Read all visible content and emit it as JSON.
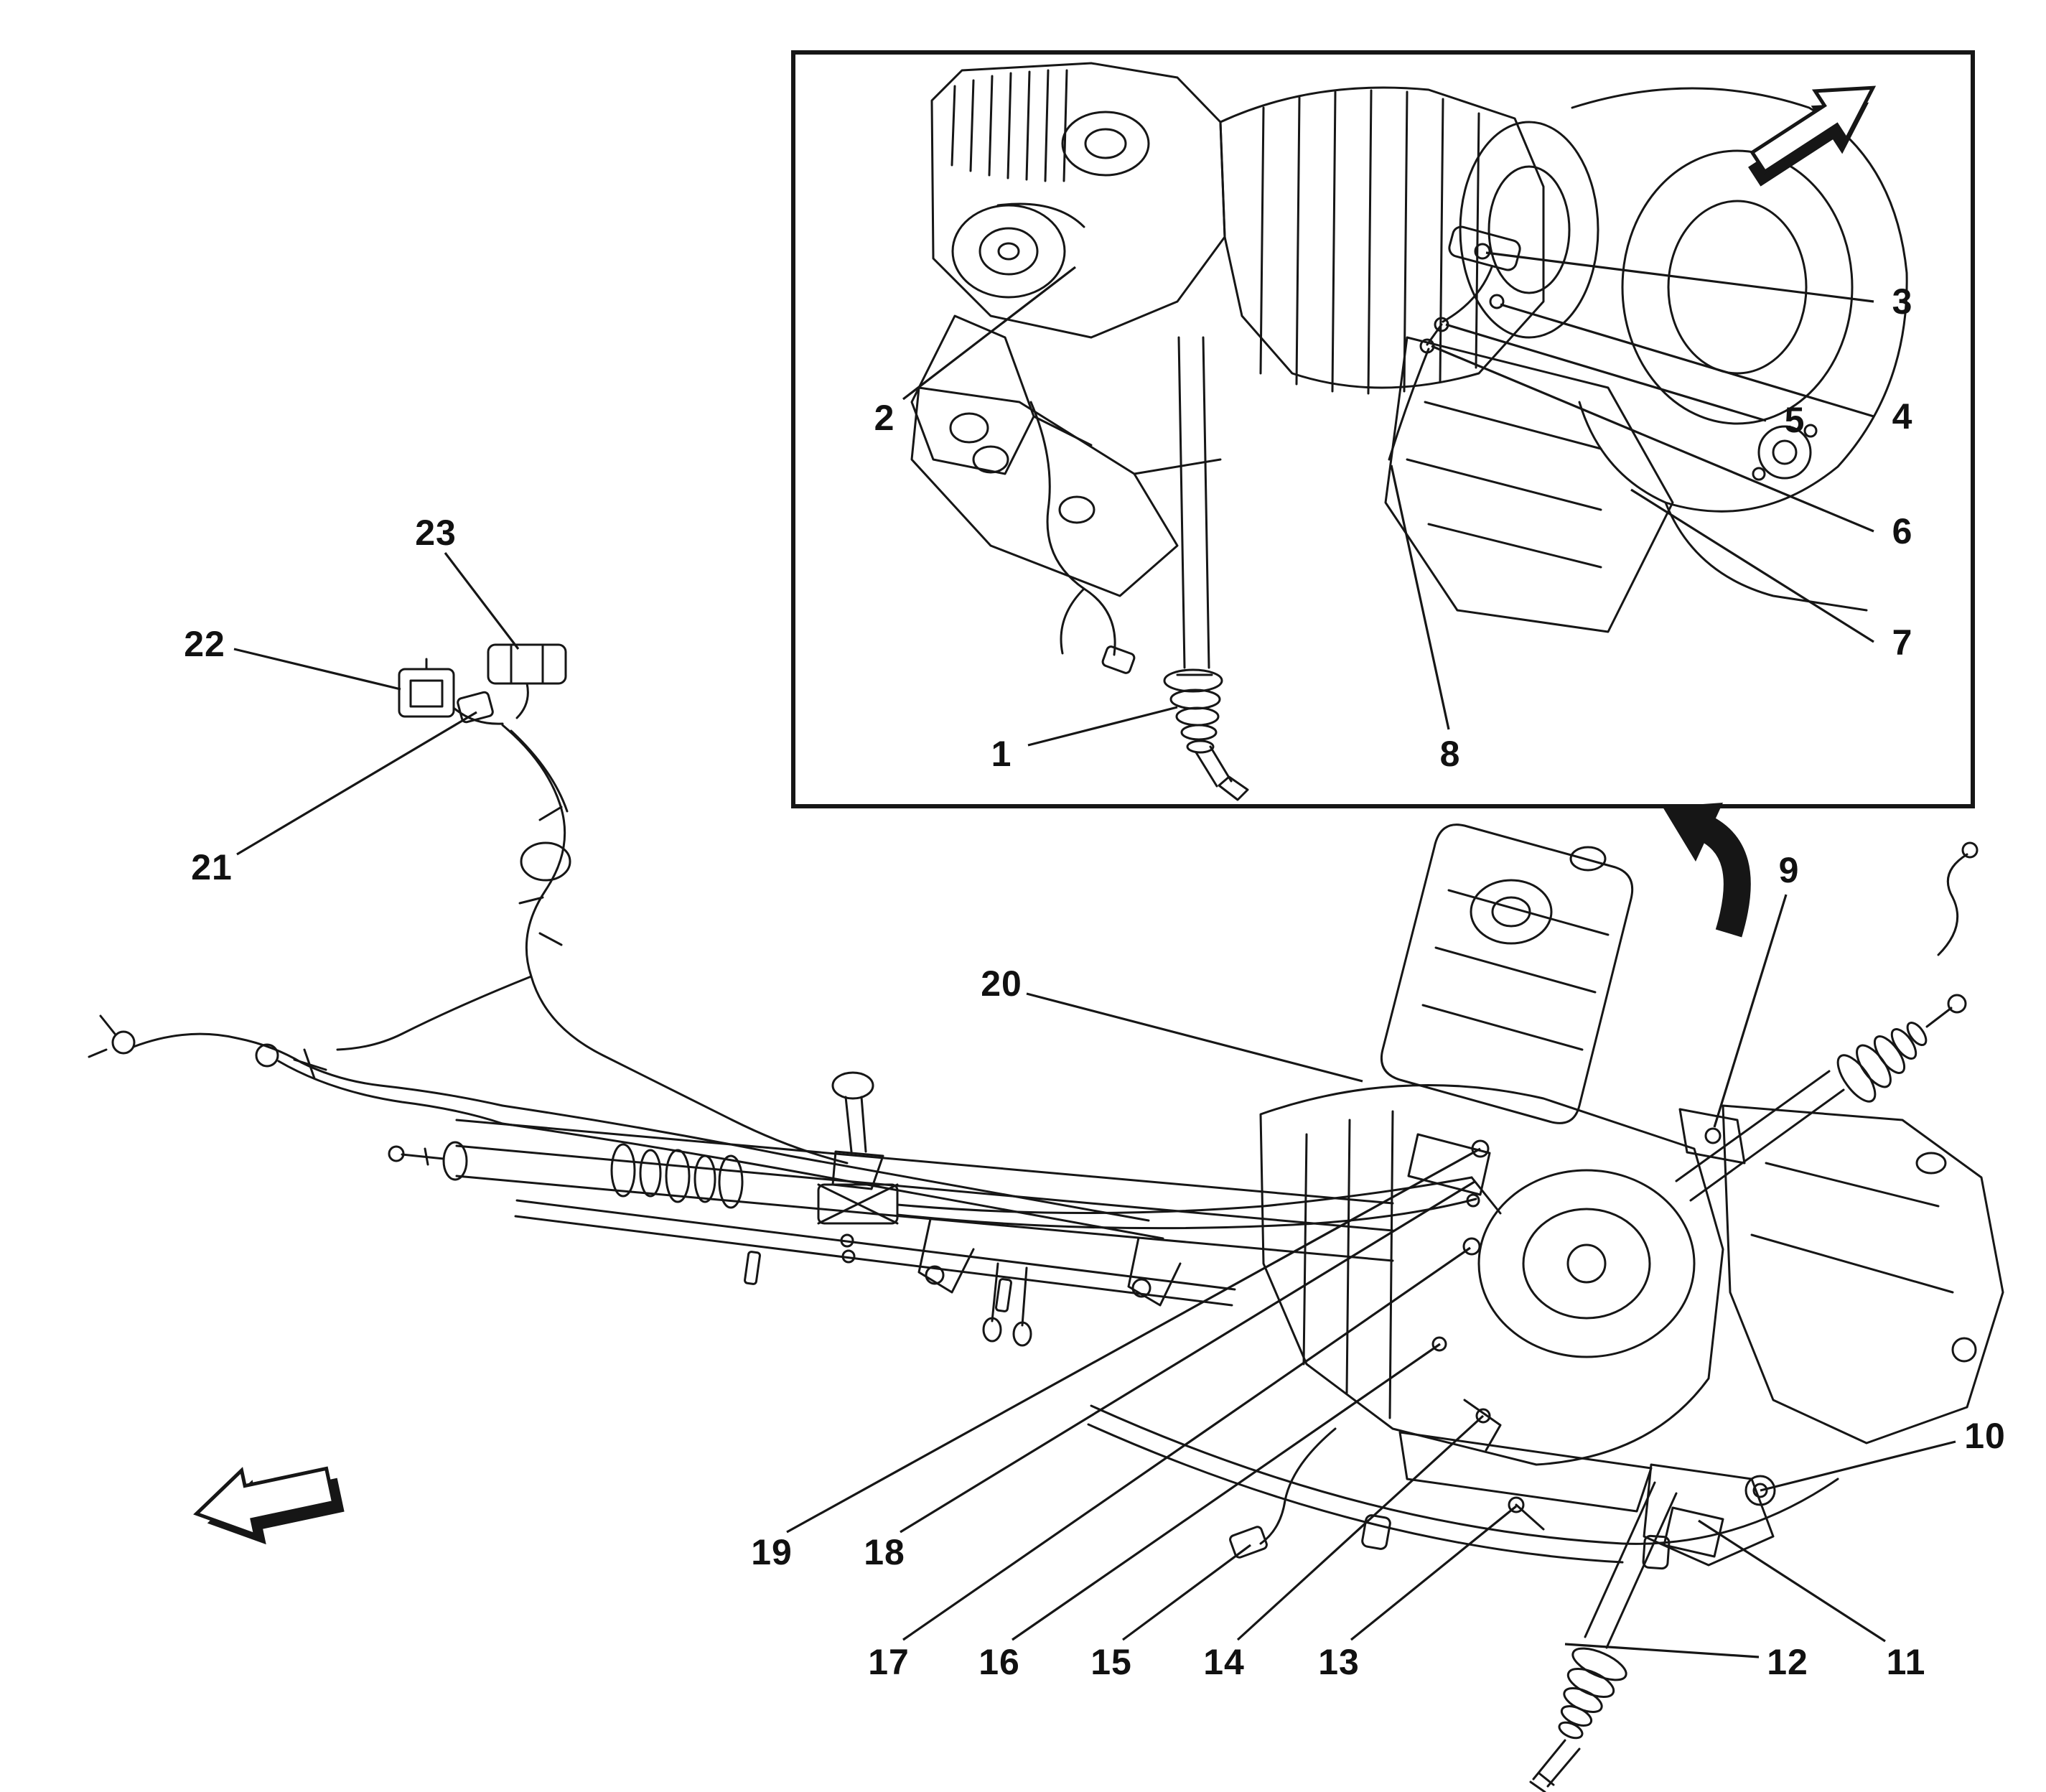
{
  "figure": {
    "background_color": "#ffffff",
    "line_color": "#161616"
  },
  "inset": {
    "callout_ids": [
      "1",
      "2",
      "3",
      "4",
      "5",
      "6",
      "7",
      "8"
    ]
  },
  "callouts": [
    {
      "id": "1",
      "label": "1"
    },
    {
      "id": "2",
      "label": "2"
    },
    {
      "id": "3",
      "label": "3"
    },
    {
      "id": "4",
      "label": "4"
    },
    {
      "id": "5",
      "label": "5"
    },
    {
      "id": "6",
      "label": "6"
    },
    {
      "id": "7",
      "label": "7"
    },
    {
      "id": "8",
      "label": "8"
    },
    {
      "id": "9",
      "label": "9"
    },
    {
      "id": "10",
      "label": "10"
    },
    {
      "id": "11",
      "label": "11"
    },
    {
      "id": "12",
      "label": "12"
    },
    {
      "id": "13",
      "label": "13"
    },
    {
      "id": "14",
      "label": "14"
    },
    {
      "id": "15",
      "label": "15"
    },
    {
      "id": "16",
      "label": "16"
    },
    {
      "id": "17",
      "label": "17"
    },
    {
      "id": "18",
      "label": "18"
    },
    {
      "id": "19",
      "label": "19"
    },
    {
      "id": "20",
      "label": "20"
    },
    {
      "id": "21",
      "label": "21"
    },
    {
      "id": "22",
      "label": "22"
    },
    {
      "id": "23",
      "label": "23"
    }
  ],
  "icons": {
    "inset_direction_arrow": "block-arrow-up-right",
    "main_direction_arrow": "block-arrow-left",
    "detail_reference_arrow": "curved-arrow-up"
  }
}
